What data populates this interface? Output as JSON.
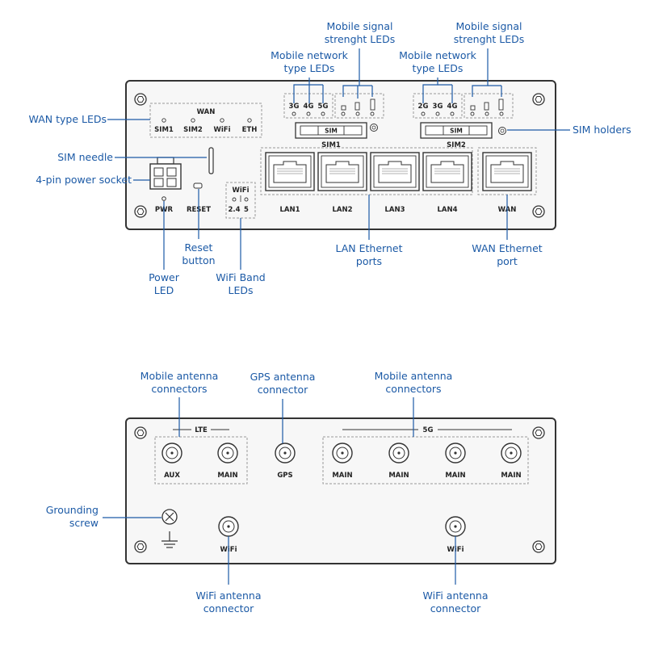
{
  "colors": {
    "accent": "#1c5aa6",
    "line": "#333333",
    "panel": "#f7f7f7"
  },
  "front_panel": {
    "wan_box_title": "WAN",
    "wan_leds": [
      "SIM1",
      "SIM2",
      "WiFi",
      "ETH"
    ],
    "power_label": "PWR",
    "reset_label": "RESET",
    "wifi_title": "WiFi",
    "wifi_bands": [
      "2.4",
      "5"
    ],
    "sim1_types": [
      "3G",
      "4G",
      "5G"
    ],
    "sim2_types": [
      "2G",
      "3G",
      "4G"
    ],
    "sim_slot_label": "SIM",
    "sim_holders": [
      "SIM1",
      "SIM2"
    ],
    "lan_ports": [
      "LAN1",
      "LAN2",
      "LAN3",
      "LAN4"
    ],
    "wan_port": "WAN"
  },
  "front_callouts": {
    "wan_type_leds": "WAN type LEDs",
    "sim_needle": "SIM needle",
    "power_socket": "4-pin power socket",
    "mobile_network_type_1": [
      "Mobile network",
      "type LEDs"
    ],
    "mobile_network_type_2": [
      "Mobile network",
      "type LEDs"
    ],
    "mobile_signal_1": [
      "Mobile signal",
      "strenght LEDs"
    ],
    "mobile_signal_2": [
      "Mobile signal",
      "strenght LEDs"
    ],
    "sim_holders": "SIM holders",
    "reset_button": [
      "Reset",
      "button"
    ],
    "power_led": [
      "Power",
      "LED"
    ],
    "wifi_band_leds": [
      "WiFi Band",
      "LEDs"
    ],
    "lan_ethernet": [
      "LAN Ethernet",
      "ports"
    ],
    "wan_ethernet": [
      "WAN Ethernet",
      "port"
    ]
  },
  "back_panel": {
    "lte_title": "LTE",
    "g5_title": "5G",
    "lte_connectors": [
      "AUX",
      "MAIN"
    ],
    "gps_connector": "GPS",
    "g5_connectors": [
      "MAIN",
      "MAIN",
      "MAIN",
      "MAIN"
    ],
    "wifi_connectors": [
      "WiFi",
      "WiFi"
    ]
  },
  "back_callouts": {
    "mobile_antenna_left": [
      "Mobile antenna",
      "connectors"
    ],
    "gps_antenna": [
      "GPS antenna",
      "connector"
    ],
    "mobile_antenna_right": [
      "Mobile antenna",
      "connectors"
    ],
    "grounding_screw": [
      "Grounding",
      "screw"
    ],
    "wifi_antenna_left": [
      "WiFi antenna",
      "connector"
    ],
    "wifi_antenna_right": [
      "WiFi antenna",
      "connector"
    ]
  }
}
